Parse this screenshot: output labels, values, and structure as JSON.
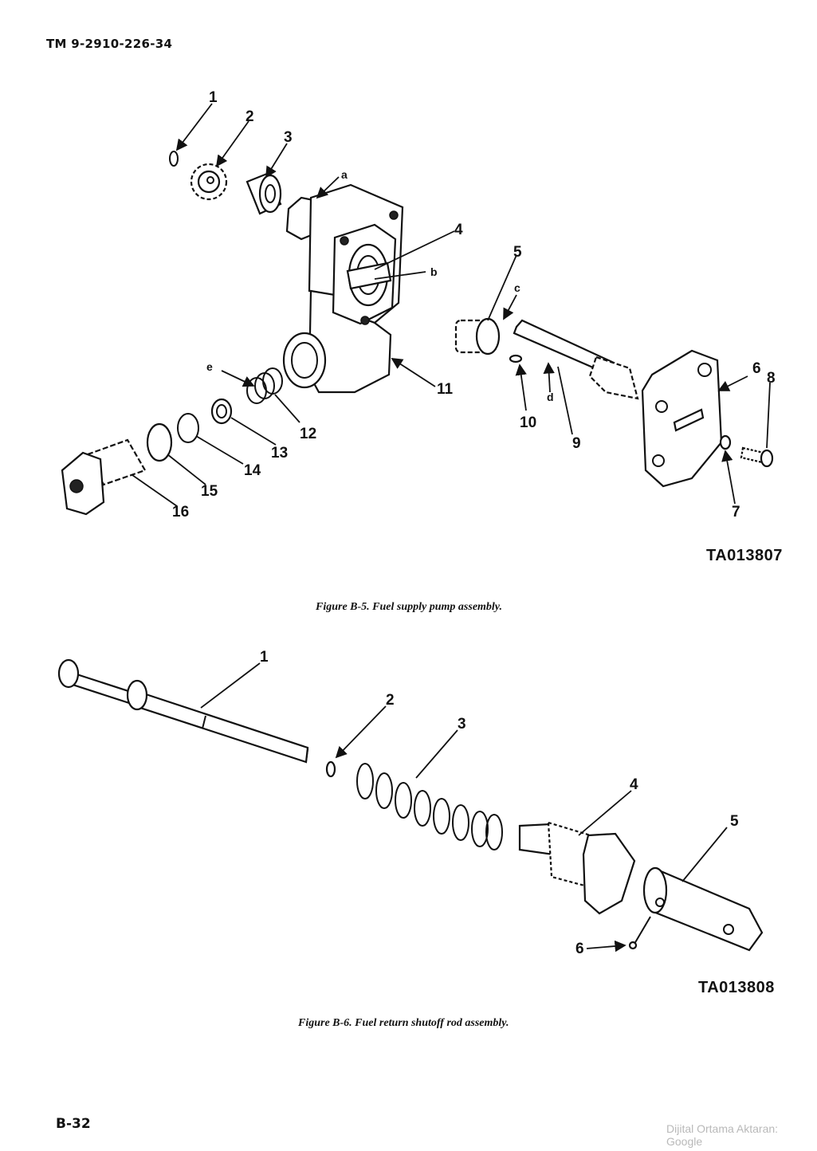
{
  "header": {
    "doc_number": "TM 9-2910-226-34"
  },
  "figure_b5": {
    "code": "TA013807",
    "caption": "Figure B-5. Fuel supply pump assembly.",
    "callouts": [
      "1",
      "2",
      "3",
      "4",
      "5",
      "6",
      "7",
      "8",
      "9",
      "10",
      "11",
      "12",
      "13",
      "14",
      "15",
      "16"
    ],
    "letters": [
      "a",
      "b",
      "c",
      "d",
      "e"
    ]
  },
  "figure_b6": {
    "code": "TA013808",
    "caption": "Figure B-6. Fuel return shutoff rod assembly.",
    "callouts": [
      "1",
      "2",
      "3",
      "4",
      "5",
      "6"
    ]
  },
  "footer": {
    "page_number": "B-32",
    "watermark": "Dijital Ortama Aktaran: Google"
  }
}
